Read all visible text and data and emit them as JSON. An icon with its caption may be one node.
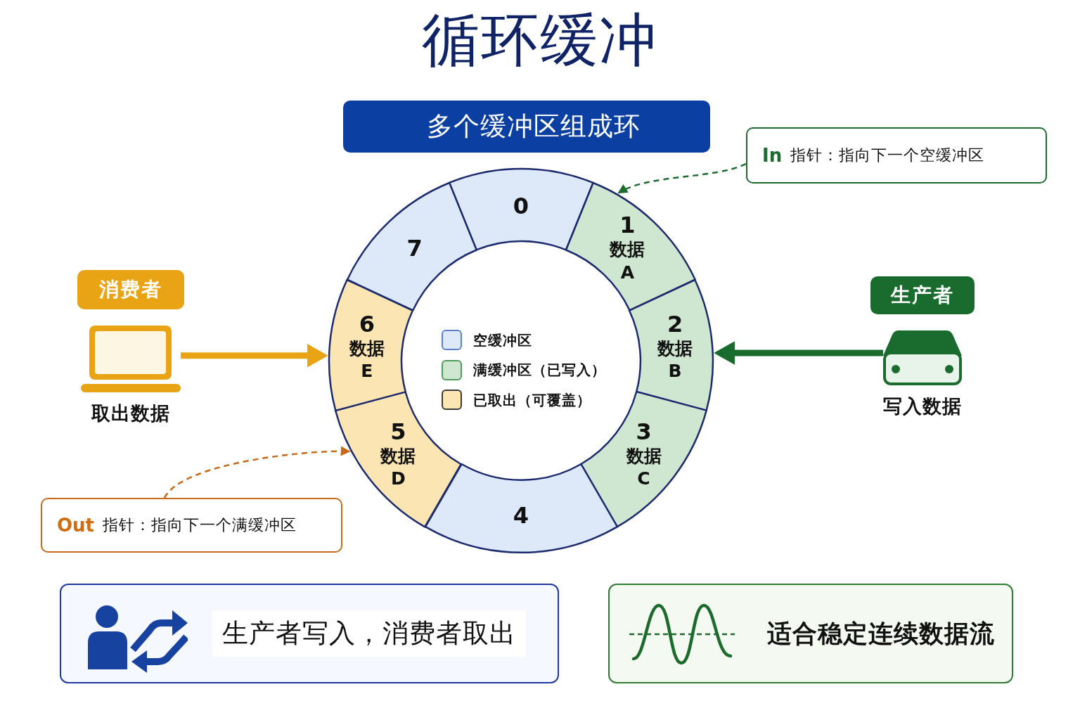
{
  "diagram": {
    "title": "循环缓冲",
    "nodes": [
      {
        "text": [
          "多个缓冲区组成环"
        ]
      },
      {
        "text": [
          "In",
          "指针：指向下一个空缓冲区"
        ]
      },
      {
        "text": [
          "0"
        ]
      },
      {
        "text": [
          "1",
          "数据 A"
        ]
      },
      {
        "text": [
          "2",
          "数据 B"
        ]
      },
      {
        "text": [
          "3",
          "数据 C"
        ]
      },
      {
        "text": [
          "4"
        ]
      },
      {
        "text": [
          "5",
          "数据 D"
        ]
      },
      {
        "text": [
          "6",
          "数据 E"
        ]
      },
      {
        "text": [
          "7"
        ]
      },
      {
        "text": [
          "消费者"
        ]
      },
      {
        "text": [],
        "shape": "picture",
        "beside": [
          "取出数据"
        ]
      },
      {
        "text": [
          "生产者"
        ]
      },
      {
        "text": [],
        "shape": "picture",
        "beside": [
          "写入数据"
        ]
      },
      {
        "text": [
          "Out",
          "指针：指向下一个满缓冲区"
        ]
      },
      {
        "text": [
          "生产者写入，消费者取出"
        ]
      },
      {
        "text": [
          "适合稳定连续数据流"
        ]
      }
    ],
    "edges": [
      {
        "from": 1,
        "to": 3,
        "arrow": "to",
        "style": "dashed",
        "color": "#1e6b30"
      },
      {
        "from": 14,
        "to": 7,
        "arrow": "to",
        "style": "dashed",
        "color": "#c8691a"
      },
      {
        "from": 11,
        "to": 8,
        "arrow": "to",
        "style": "thick",
        "color": "#e9a416"
      },
      {
        "from": 13,
        "to": 4,
        "arrow": "to",
        "style": "thick",
        "color": "#1a6b2e"
      }
    ],
    "legend": [
      {
        "text": "空缓冲区",
        "color": "#dde9f8"
      },
      {
        "text": "满缓冲区（已写入）",
        "color": "#cfe6d0"
      },
      {
        "text": "已取出（可覆盖）",
        "color": "#fbe5b3"
      }
    ]
  }
}
